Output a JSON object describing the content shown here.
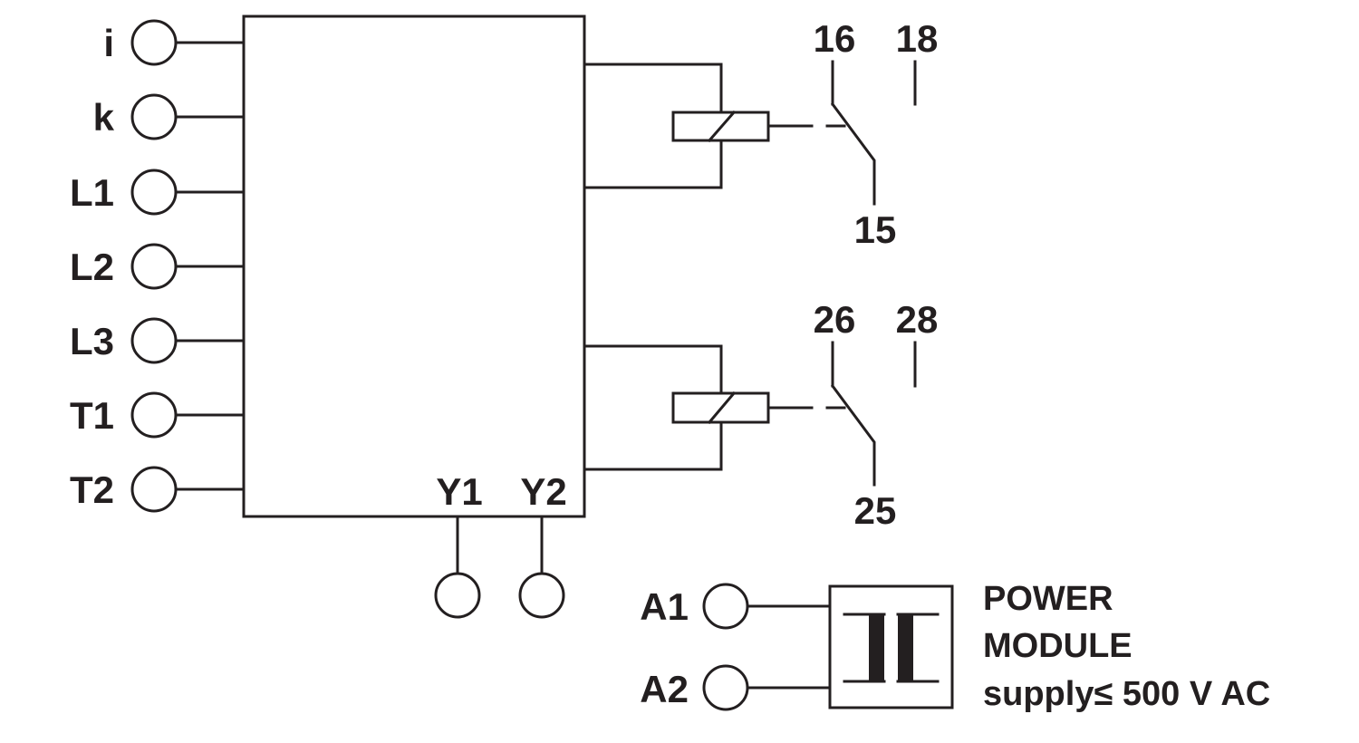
{
  "inputs": [
    "i",
    "k",
    "L1",
    "L2",
    "L3",
    "T1",
    "T2"
  ],
  "control_terminals": [
    "Y1",
    "Y2"
  ],
  "relay1": {
    "common": "15",
    "nc": "16",
    "no": "18"
  },
  "relay2": {
    "common": "25",
    "nc": "26",
    "no": "28"
  },
  "supply_terminals": [
    "A1",
    "A2"
  ],
  "power_module": {
    "line1": "POWER",
    "line2": "MODULE",
    "line3": "supply≤ 500 V AC"
  },
  "colors": {
    "line": "#231f20",
    "background": "#ffffff"
  }
}
